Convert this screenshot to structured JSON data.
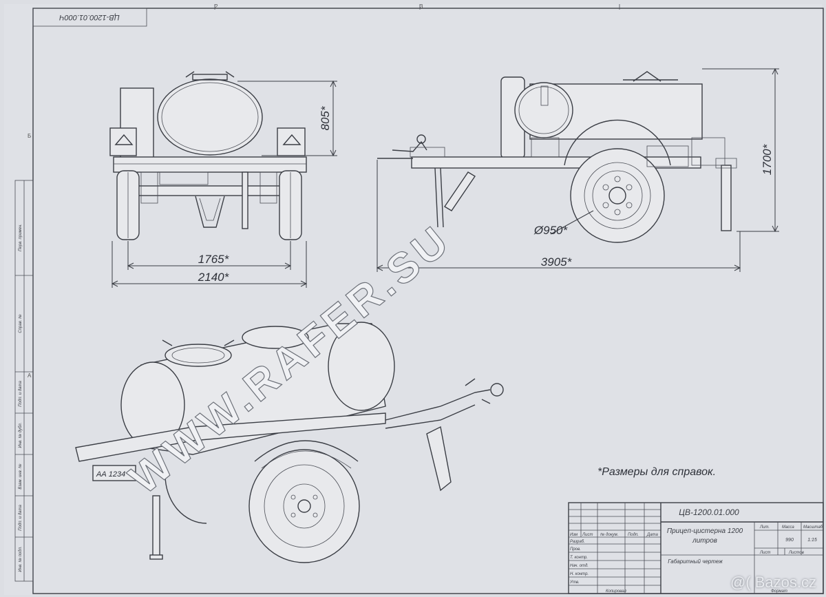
{
  "drawing": {
    "stamp_top": "ЦВ-1200.01.000Ч",
    "border_marks": [
      "2",
      "3"
    ],
    "side_marks": [
      "Б",
      "А"
    ],
    "left_strip_labels": [
      "Перв. примен.",
      "Справ. №",
      "Подп. и дата",
      "Инв. № дубл.",
      "Взам. инв. №",
      "Подп. и дата",
      "Инв. № подл."
    ],
    "dimensions": {
      "front_height": "805*",
      "track_inner": "1765*",
      "overall_width": "2140*",
      "wheel_diameter": "Ø950*",
      "overall_length": "3905*",
      "overall_height": "1700*"
    },
    "plate": "АА 1234",
    "note": "*Размеры для справок.",
    "watermark": "WWW.RAFER.SU"
  },
  "title_block": {
    "code": "ЦВ-1200.01.000",
    "name_line1": "Прицеп-цистерна 1200",
    "name_line2": "литров",
    "doc_type": "Габаритный чертеж",
    "col_headers": [
      "Изм",
      "Лист",
      "№ докум.",
      "Подп.",
      "Дата"
    ],
    "row_labels": [
      "Разраб.",
      "Пров.",
      "Т. контр.",
      "Нач. отд.",
      "Н. контр.",
      "Утв."
    ],
    "lit_label": "Лит.",
    "mass_label": "Масса",
    "scale_label": "Масштаб",
    "mass_value": "990",
    "scale_value": "1:15",
    "sheet_label": "Лист",
    "sheets_label": "Листов",
    "copy_label": "Копировал",
    "format_label": "Формат"
  },
  "footer": {
    "logo": "@( Bazos.cz"
  }
}
